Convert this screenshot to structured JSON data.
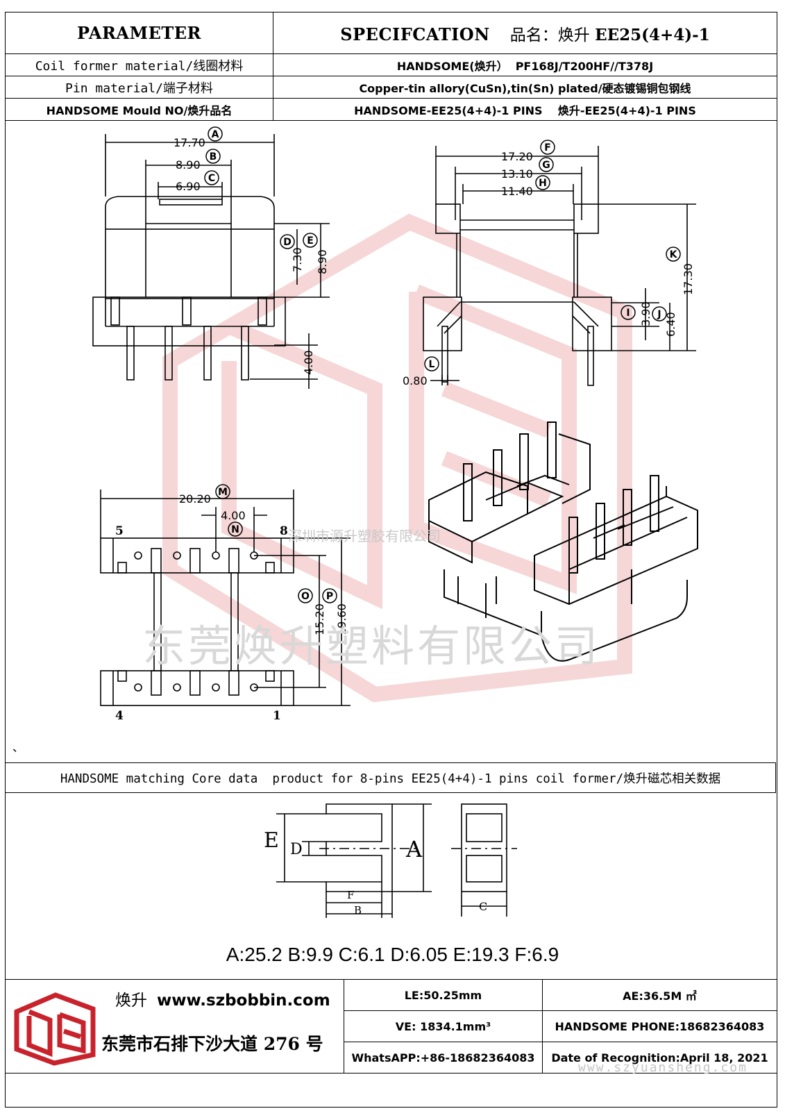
{
  "header": {
    "parameter_title": "PARAMETER",
    "spec_title": "SPECIFCATION",
    "product_label": "品名：焕升",
    "product_model": "EE25(4+4)-1",
    "rows": [
      {
        "label": "Coil former material/线圈材料",
        "value": "HANDSOME(焕升）  PF168J/T200HF//T378J"
      },
      {
        "label": "Pin material/端子材料",
        "value": "Copper-tin allory(CuSn),tin(Sn) plated/硬态镀锡铜包钢线"
      },
      {
        "label": "HANDSOME Mould NO/焕升品名",
        "value": "HANDSOME-EE25(4+4)-1 PINS    焕升-EE25(4+4)-1 PINS"
      }
    ]
  },
  "drawing": {
    "top_view": {
      "dims": [
        "17.70",
        "8.90",
        "6.90",
        "7.30",
        "8.90",
        "4.00"
      ],
      "letters": [
        "A",
        "B",
        "C",
        "D",
        "E"
      ]
    },
    "side_view": {
      "dims": [
        "17.20",
        "13.10",
        "11.40",
        "17.30",
        "3.90",
        "6.40",
        "0.80"
      ],
      "letters": [
        "F",
        "G",
        "H",
        "K",
        "I",
        "J",
        "L"
      ]
    },
    "bottom_view": {
      "dims": [
        "20.20",
        "4.00",
        "15.20",
        "19.60"
      ],
      "letters": [
        "M",
        "N",
        "O",
        "P"
      ],
      "pin_numbers": [
        "5",
        "8",
        "4",
        "1"
      ]
    },
    "tick": "、"
  },
  "watermarks": {
    "big": "东莞焕升塑料有限公司",
    "small": "深圳市源升塑胶有限公司",
    "url": "www.szyuansheng.com"
  },
  "core": {
    "title": "HANDSOME matching Core data  product for 8-pins EE25(4+4)-1 pins coil former/焕升磁芯相关数据",
    "diagram_letters": [
      "E",
      "D",
      "A",
      "F",
      "B",
      "C"
    ],
    "values": "A:25.2 B:9.9 C:6.1 D:6.05 E:19.3 F:6.9"
  },
  "footer": {
    "brand_cn": "焕升",
    "website": "www.szbobbin.com",
    "address": "东莞市石排下沙大道 276 号",
    "le": "LE:50.25mm",
    "ae": "AE:36.5M ㎡",
    "ve": "VE: 1834.1mm³",
    "phone": "HANDSOME PHONE:18682364083",
    "whatsapp": "WhatsAPP:+86-18682364083",
    "date": "Date of Recognition:April 18, 2021"
  },
  "colors": {
    "logo_red": "#c8232c",
    "watermark_red": "#f3c9c9"
  },
  "icons": [
    "handsome-logo-icon"
  ]
}
